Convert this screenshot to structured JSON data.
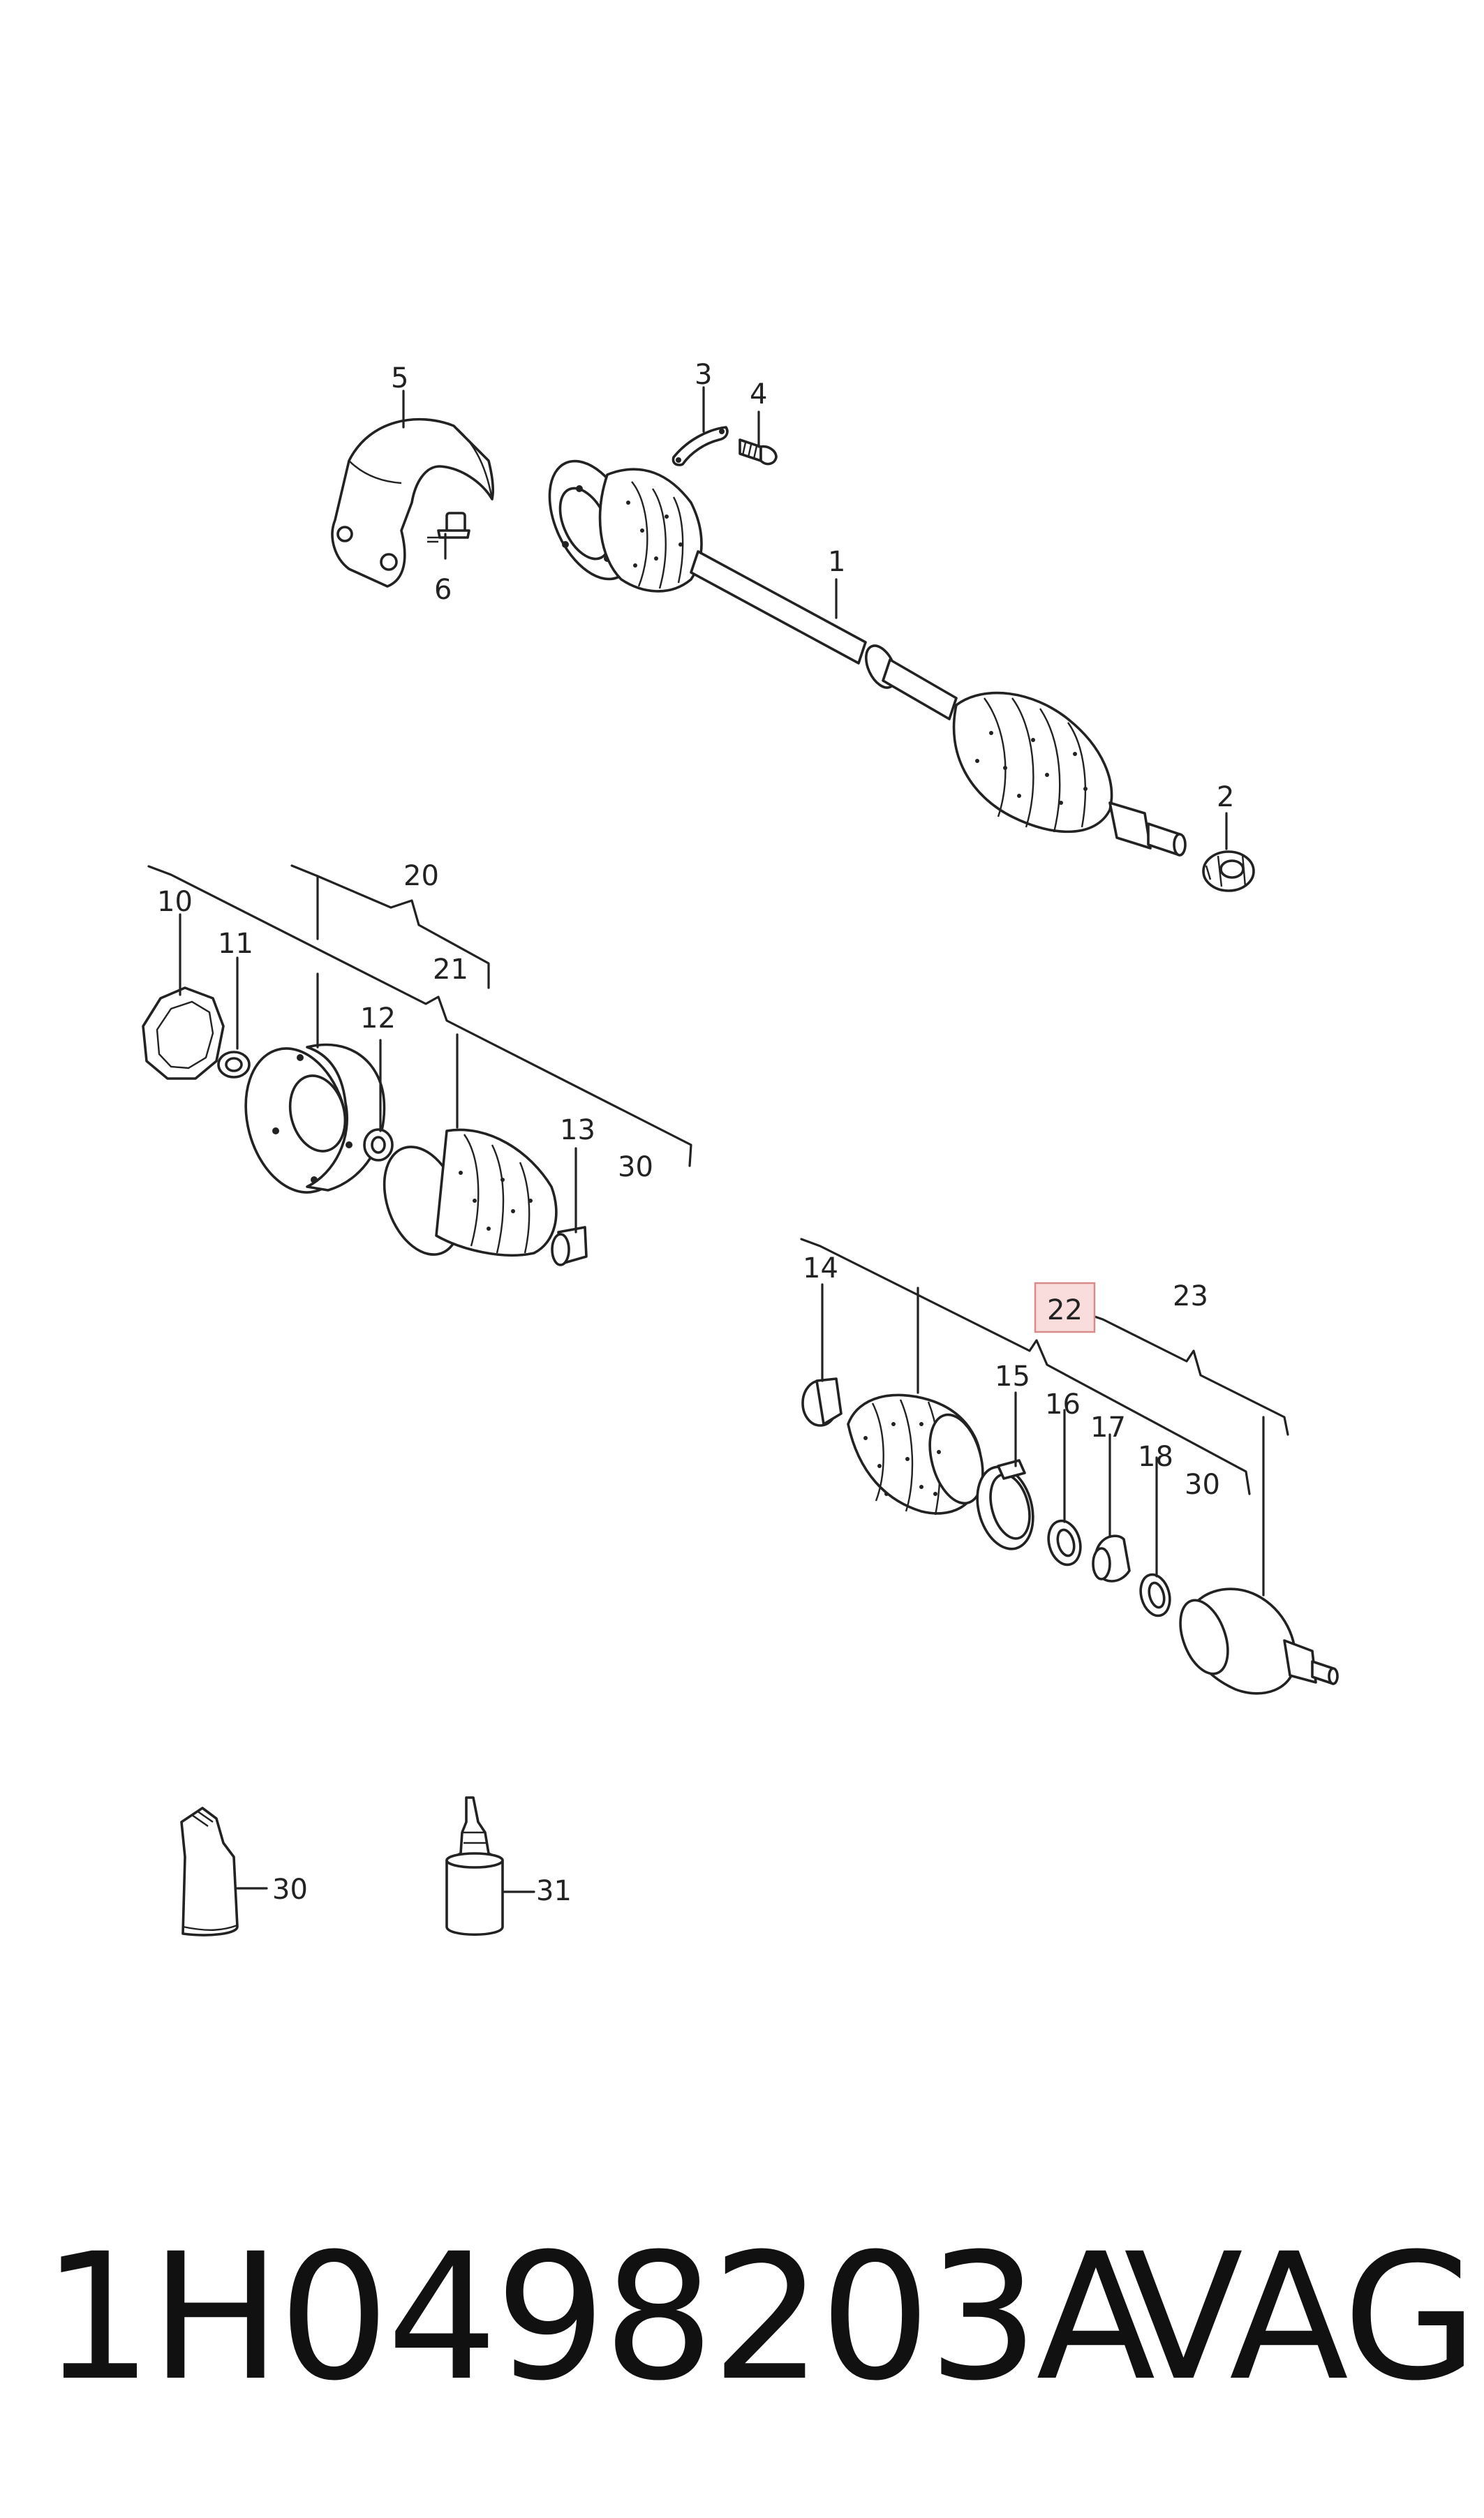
{
  "diagram": {
    "callouts": [
      {
        "id": "c1",
        "text": "1"
      },
      {
        "id": "c2",
        "text": "2"
      },
      {
        "id": "c3",
        "text": "3"
      },
      {
        "id": "c4",
        "text": "4"
      },
      {
        "id": "c5",
        "text": "5"
      },
      {
        "id": "c6",
        "text": "6"
      },
      {
        "id": "c10",
        "text": "10"
      },
      {
        "id": "c11",
        "text": "11"
      },
      {
        "id": "c12",
        "text": "12"
      },
      {
        "id": "c13",
        "text": "13"
      },
      {
        "id": "c20",
        "text": "20"
      },
      {
        "id": "c21",
        "text": "21"
      },
      {
        "id": "c30a",
        "text": "30"
      },
      {
        "id": "c14",
        "text": "14"
      },
      {
        "id": "c15",
        "text": "15"
      },
      {
        "id": "c16",
        "text": "16"
      },
      {
        "id": "c17",
        "text": "17"
      },
      {
        "id": "c18",
        "text": "18"
      },
      {
        "id": "c22",
        "text": "22",
        "highlighted": true
      },
      {
        "id": "c23",
        "text": "23"
      },
      {
        "id": "c30b",
        "text": "30"
      },
      {
        "id": "c30c",
        "text": "30"
      },
      {
        "id": "c31",
        "text": "31"
      }
    ],
    "highlight_color": "#f9dcdc"
  },
  "footer": {
    "part_number": "1H0498203A",
    "brand": "VAG"
  }
}
